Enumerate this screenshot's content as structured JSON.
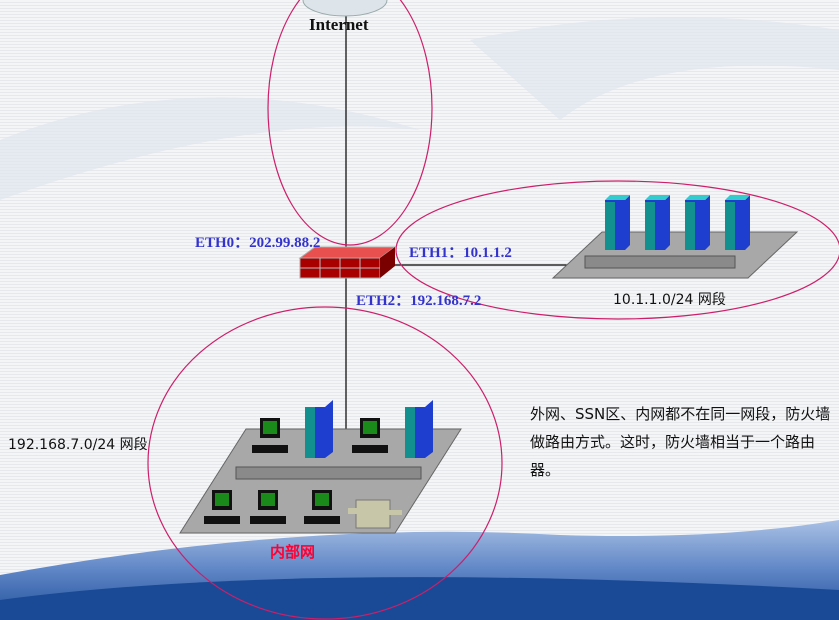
{
  "internet": {
    "label": "Internet"
  },
  "firewall": {
    "eth0": "ETH0：202.99.88.2",
    "eth1": "ETH1：10.1.1.2",
    "eth2": "ETH2：192.168.7.2"
  },
  "dmz": {
    "subnet": "10.1.1.0/24 网段"
  },
  "lan": {
    "subnet": "192.168.7.0/24 网段",
    "label": "内部网"
  },
  "note": "外网、SSN区、内网都不在同一网段，防火墙做路由方式。这时，防火墙相当于一个路由器。",
  "colors": {
    "ellipse": "#cc1f6a",
    "label": "#3333cc",
    "lan_label": "#ff0033",
    "firewall": "#b00000"
  }
}
